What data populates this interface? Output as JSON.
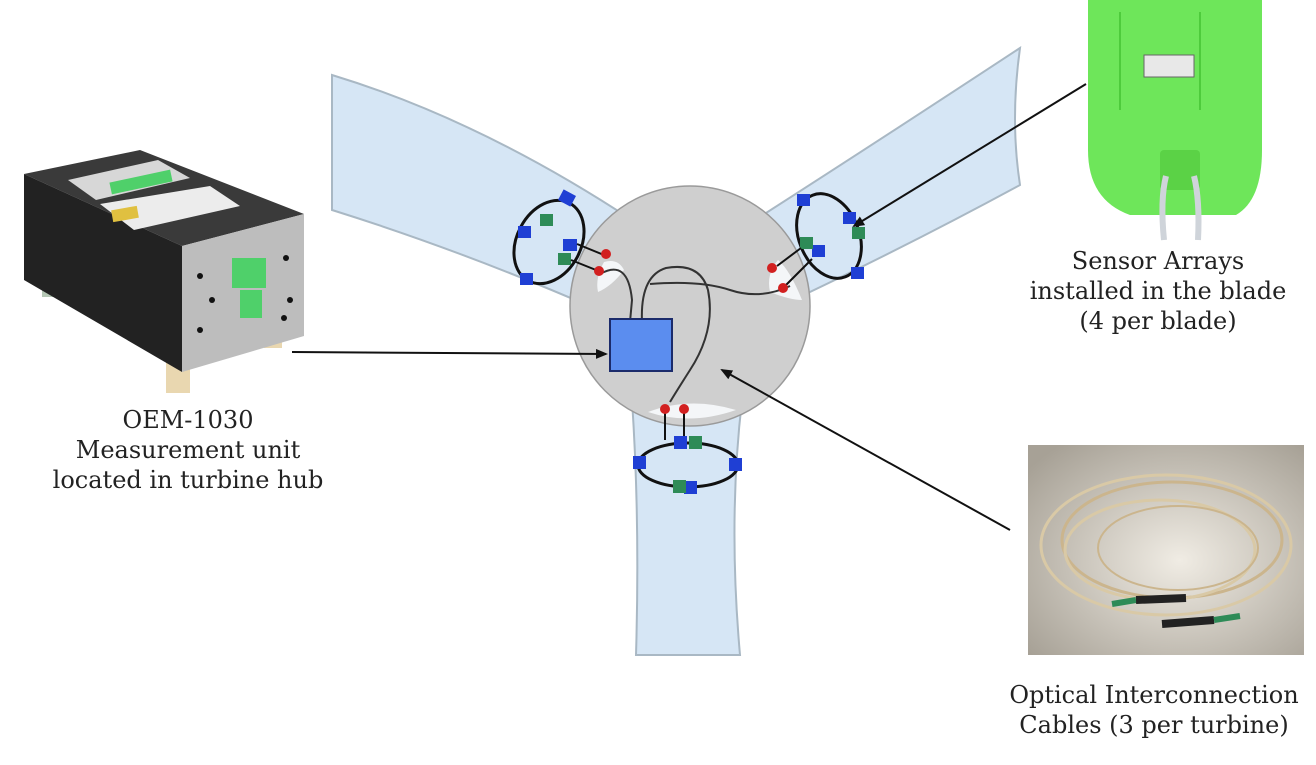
{
  "captions": {
    "measurement_unit": [
      "OEM-1030",
      "Measurement unit",
      "located in turbine hub"
    ],
    "sensor_arrays": [
      "Sensor Arrays",
      "installed in the blade",
      "(4 per blade)"
    ],
    "optical_cables": [
      "Optical Interconnection",
      "Cables (3 per turbine)"
    ]
  },
  "colors": {
    "blade_fill": "#d6e6f5",
    "blade_edge": "#a9b8c4",
    "hub_fill": "#cfcfcf",
    "hub_edge": "#9a9a9a",
    "unit_box": "#5b8def",
    "sensor_blue": "#1f3fd4",
    "sensor_green": "#2e8b57",
    "connector_red": "#d22020",
    "sensor_photo_green": "#6ee65a",
    "device_dark": "#2b2b2b",
    "device_plate": "#c9c9c9",
    "device_terminal": "#4fd06a",
    "cable_photo_bg": "#c9c3b6"
  },
  "icons": {
    "measurement_unit_photo": "oem-1030-device-photo",
    "sensor_array_photo": "green-sensor-array-photo",
    "optical_cable_photo": "coiled-optical-cable-photo"
  }
}
